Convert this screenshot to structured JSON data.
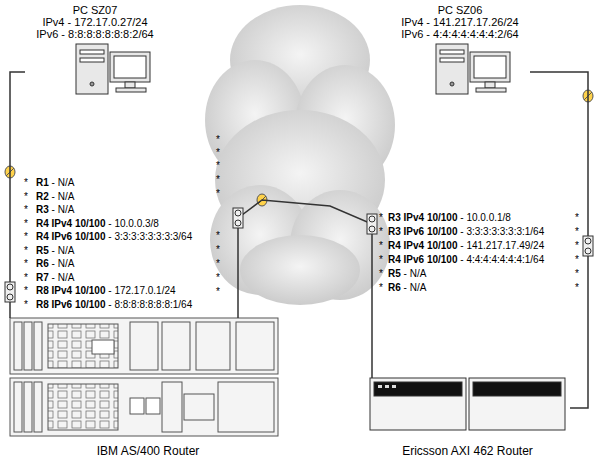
{
  "diagram": {
    "nodes": [
      {
        "text": [
          "PC SZ07",
          "IPv4 - 172.17.0.27/24",
          "IPv6 - 8:8:8:8:8:8:8:2/64"
        ]
      },
      {
        "text": [
          "PC SZ06",
          "IPv4 - 141.217.17.26/24",
          "IPv6 - 4:4:4:4:4:4:4:2/64"
        ]
      },
      {
        "text": [
          "IBM AS/400 Router"
        ]
      },
      {
        "text": [
          "Ericsson AXI 462 Router"
        ]
      }
    ],
    "edges": [
      {
        "from": 0,
        "to": 2,
        "arrow": "none"
      },
      {
        "from": 2,
        "to": 3,
        "arrow": "none"
      },
      {
        "from": 1,
        "to": 3,
        "arrow": "none"
      }
    ],
    "labels": [
      "R1 - N/A",
      "R2 - N/A",
      "R3 - N/A",
      "R4 IPv4 10/100 - 10.0.0.3/8",
      "R4 IPv6 10/100 - 3:3:3:3:3:3:3:3/64",
      "R5 - N/A",
      "R6 - N/A",
      "R7 - N/A",
      "R8 IPv4 10/100 - 172.17.0.1/24",
      "R8 IPv6 10/100 - 8:8:8:8:8:8:8:1/64",
      "R3 IPv4 10/100 - 10.0.0.1/8",
      "R3 IPv6 10/100 - 3:3:3:3:3:3:3:1/64",
      "R4 IPv4 10/100 - 141.217.17.49/24",
      "R4 IPv6 10/100 - 4:4:4:4:4:4:4:1/64",
      "R5 - N/A",
      "R6 - N/A",
      "*",
      "*",
      "*",
      "*",
      "*",
      "*",
      "*",
      "*",
      "*",
      "*",
      "*",
      "*",
      "*",
      "*",
      "*",
      "*",
      "*",
      "*",
      "*",
      "*",
      "*",
      "*",
      "*",
      "*",
      "*",
      "*",
      "*",
      "*",
      "*",
      "*",
      "*",
      "*"
    ]
  }
}
